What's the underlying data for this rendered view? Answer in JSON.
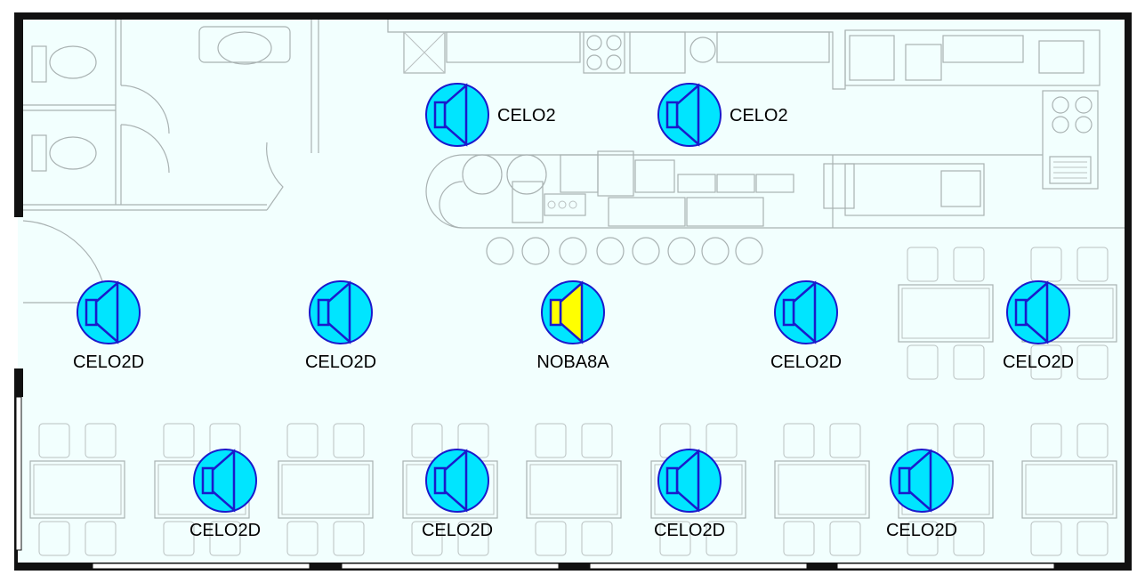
{
  "colors": {
    "floor": "#f2fffe",
    "wall": "#111111",
    "fixture_line": "#a9b2b2",
    "speaker_fill": "#00e5ff",
    "speaker_outline": "#1a1acc",
    "subwoofer_fill": "#ffff00"
  },
  "speakers": [
    {
      "model": "CELO2",
      "icon": "speaker-icon",
      "kind": "ceiling"
    },
    {
      "model": "CELO2",
      "icon": "speaker-icon",
      "kind": "ceiling"
    },
    {
      "model": "CELO2D",
      "icon": "speaker-icon",
      "kind": "ceiling"
    },
    {
      "model": "CELO2D",
      "icon": "speaker-icon",
      "kind": "ceiling"
    },
    {
      "model": "NOBA8A",
      "icon": "speaker-icon",
      "kind": "highlight"
    },
    {
      "model": "CELO2D",
      "icon": "speaker-icon",
      "kind": "ceiling"
    },
    {
      "model": "CELO2D",
      "icon": "speaker-icon",
      "kind": "ceiling"
    },
    {
      "model": "CELO2D",
      "icon": "speaker-icon",
      "kind": "ceiling"
    },
    {
      "model": "CELO2D",
      "icon": "speaker-icon",
      "kind": "ceiling"
    },
    {
      "model": "CELO2D",
      "icon": "speaker-icon",
      "kind": "ceiling"
    },
    {
      "model": "CELO2D",
      "icon": "speaker-icon",
      "kind": "ceiling"
    }
  ]
}
